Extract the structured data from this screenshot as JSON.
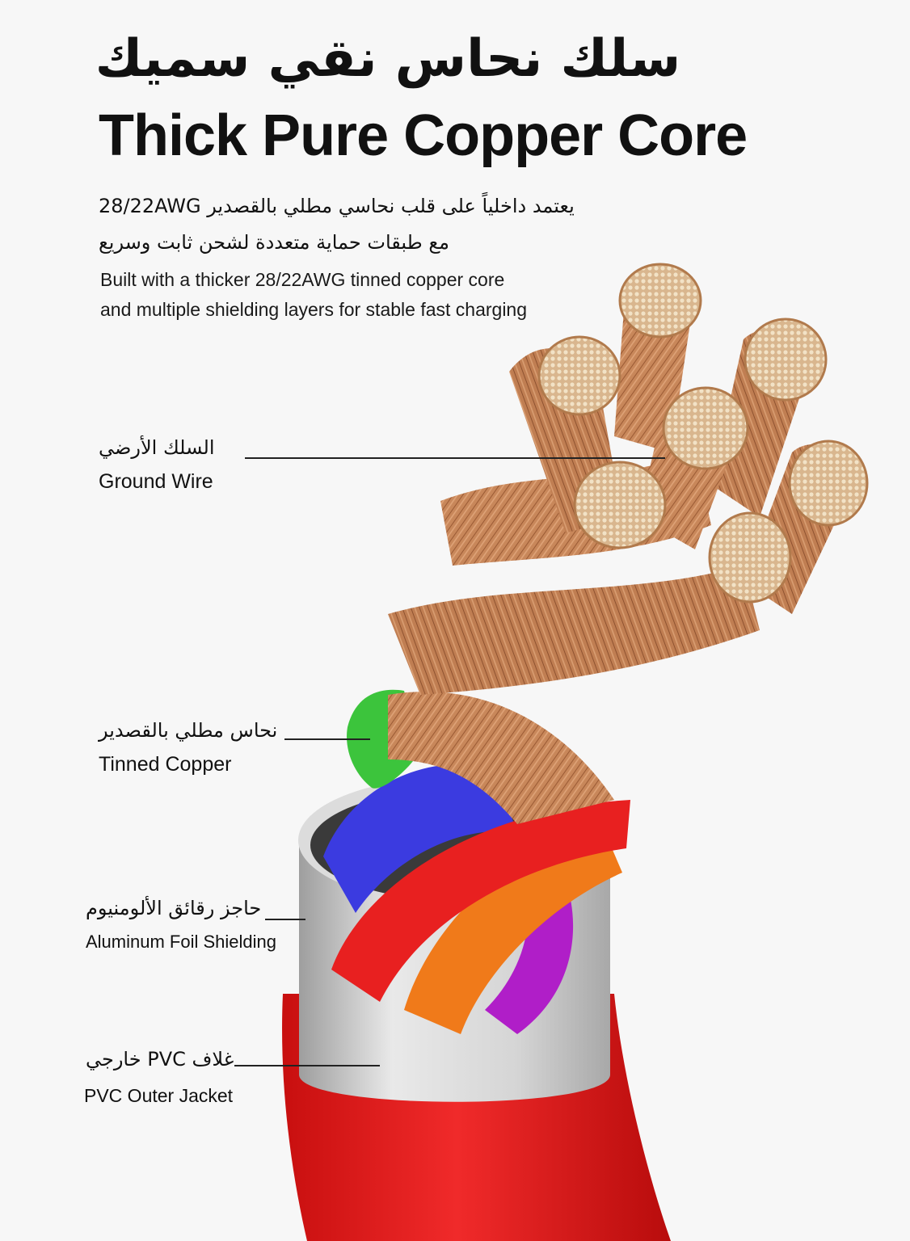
{
  "heading": {
    "title_ar": "سلك نحاس نقي سميك",
    "title_en": "Thick Pure Copper Core"
  },
  "description": {
    "line1_ar": "يعتمد داخلياً على قلب نحاسي مطلي بالقصدير 28/22AWG",
    "line2_ar": "مع طبقات حماية متعددة لشحن ثابت وسريع",
    "line1_en": "Built with a thicker 28/22AWG tinned copper core",
    "line2_en": "and multiple shielding layers for stable fast charging"
  },
  "labels": [
    {
      "ar": "السلك الأرضي",
      "en": "Ground Wire"
    },
    {
      "ar": "نحاس مطلي بالقصدير",
      "en": "Tinned Copper"
    },
    {
      "ar": "حاجز رقائق الألومنيوم",
      "en": "Aluminum Foil Shielding"
    },
    {
      "ar": "غلاف PVC خارجي",
      "en": "PVC Outer Jacket"
    }
  ],
  "colors": {
    "jacket": "#e01818",
    "foil": "#cfcfcf",
    "copper": "#c8875a",
    "copper_end": "#e9d3b0",
    "wire_green": "#3cc43c",
    "wire_blue": "#3b3be0",
    "wire_red": "#e82020",
    "wire_orange": "#f07a1a",
    "wire_purple": "#b01ec8"
  }
}
